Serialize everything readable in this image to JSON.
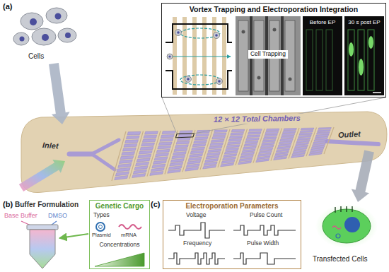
{
  "diagram": {
    "nodes": [
      {
        "text": [
          "Vortex Trapping and Electroporation Integration"
        ]
      },
      {
        "text": [
          "Cell Trapping"
        ],
        "in": 0
      },
      {
        "text": [
          "Before EP"
        ],
        "in": 0
      },
      {
        "text": [
          "30 s post EP"
        ],
        "in": 0
      },
      {
        "text": [
          "Genetic Cargo",
          "Types",
          "Plasmid",
          "mRNA",
          "Concentrations"
        ]
      },
      {
        "text": [
          "Electroporation Parameters",
          "Voltage",
          "Pulse Count",
          "Frequency",
          "Pulse Width"
        ]
      }
    ],
    "labels": [
      "(a)",
      "Cells",
      "Inlet",
      "12 × 12 Total Chambers",
      "Outlet",
      "Transfected Cells",
      "(b)",
      "Buffer Formulation",
      "Base Buffer",
      "DMSO",
      "(c)"
    ]
  }
}
